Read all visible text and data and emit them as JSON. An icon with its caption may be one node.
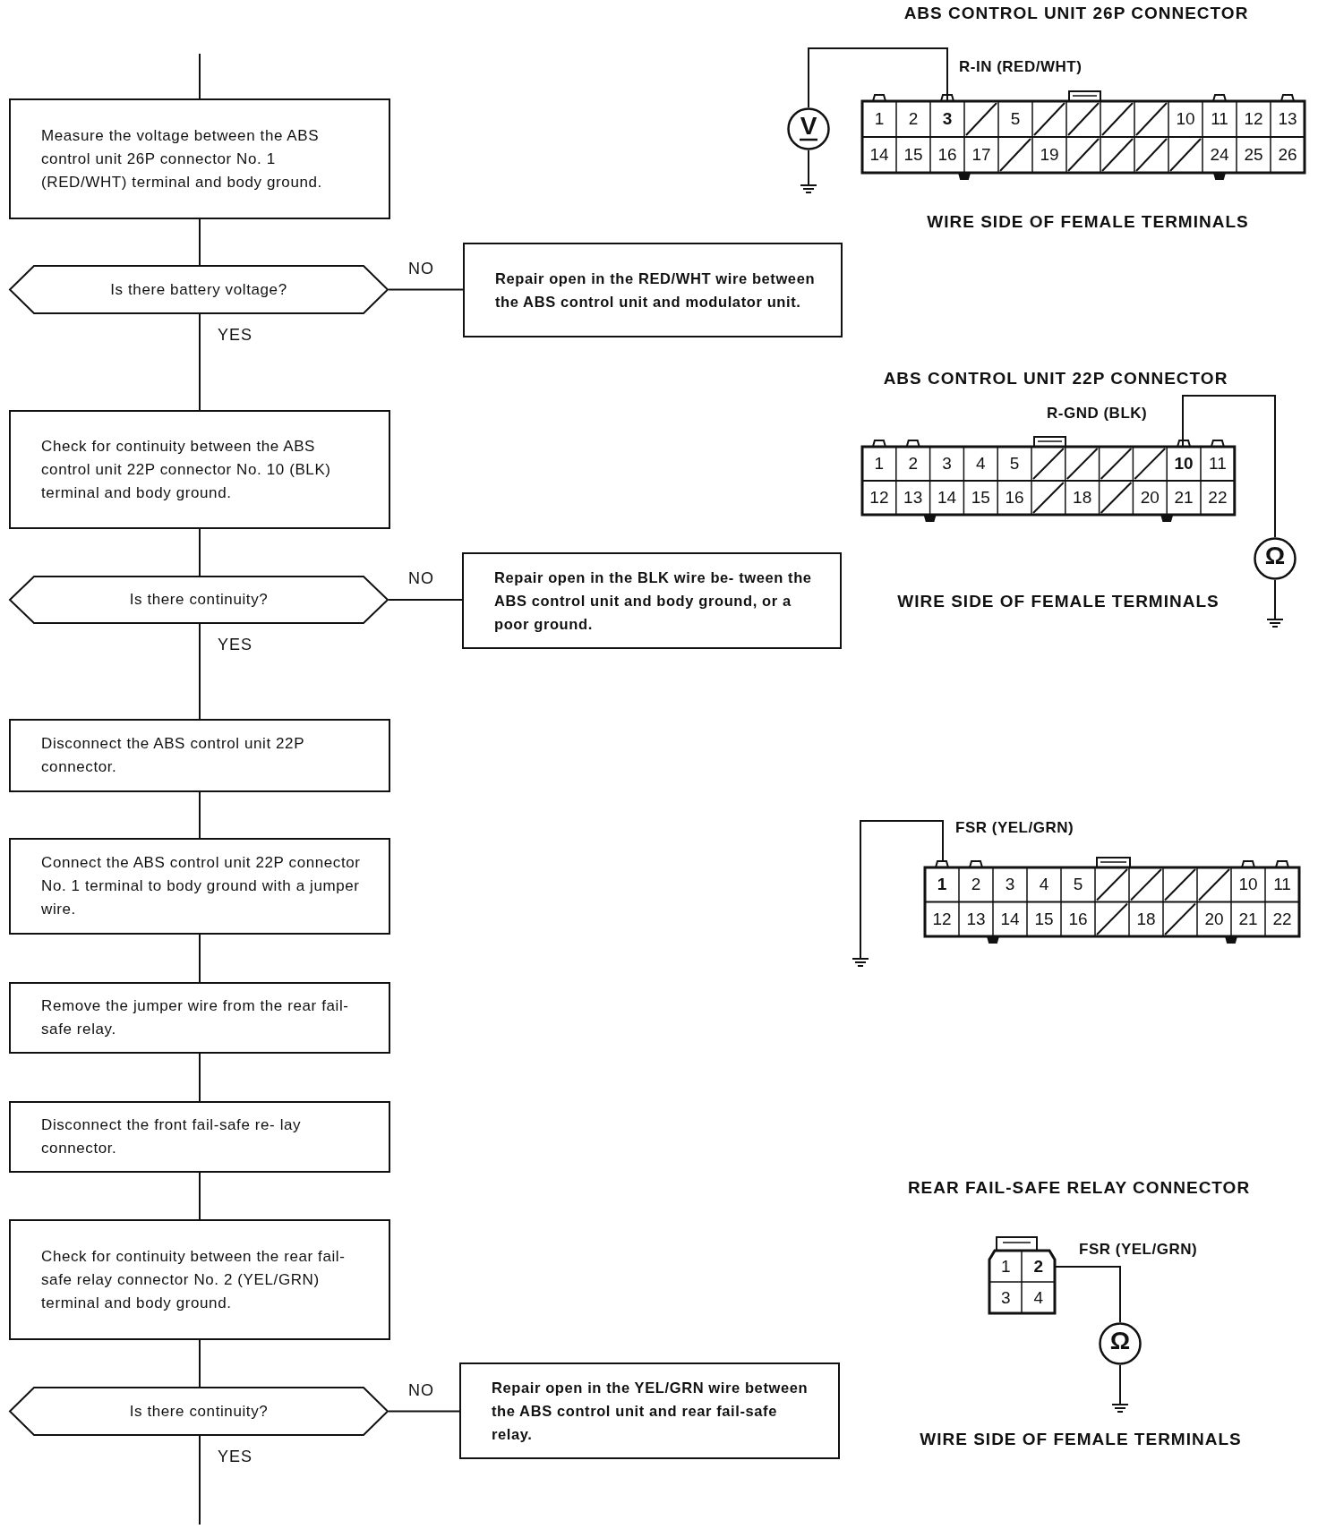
{
  "diagram": {
    "nodes": [
      {
        "text": [
          "Measure the voltage between the ABS control unit 26P connector No. 1 (RED/WHT) terminal and body ground."
        ]
      },
      {
        "text": [
          "Is there battery voltage?"
        ]
      },
      {
        "text": [
          "Repair open in the RED/WHT wire between the ABS control unit and modulator unit."
        ]
      },
      {
        "text": [
          "Check for continuity between the ABS control unit 22P connector No. 10 (BLK) terminal and body ground."
        ]
      },
      {
        "text": [
          "Is there continuity?"
        ]
      },
      {
        "text": [
          "Repair open in the BLK wire be- tween the ABS control unit and body ground, or a poor ground."
        ]
      },
      {
        "text": [
          "Disconnect the ABS control unit 22P connector."
        ]
      },
      {
        "text": [
          "Connect the ABS control unit 22P connector No. 1 terminal to body ground with a jumper wire."
        ]
      },
      {
        "text": [
          "Remove the jumper wire from the rear fail-safe relay."
        ]
      },
      {
        "text": [
          "Disconnect the front fail-safe re- lay connector."
        ]
      },
      {
        "text": [
          "Check for continuity between the rear fail-safe relay connector No. 2 (YEL/GRN) terminal and body ground."
        ]
      },
      {
        "text": [
          "Is there continuity?"
        ]
      },
      {
        "text": [
          "Repair open in the YEL/GRN wire between the ABS control unit and rear fail-safe relay."
        ]
      },
      {
        "text": [
          "V"
        ]
      },
      {
        "text": [],
        "shape": "box"
      },
      {
        "text": [],
        "shape": "box"
      },
      {
        "text": [
          "Ω"
        ]
      },
      {
        "text": [],
        "shape": "box"
      },
      {
        "text": [
          "Ω"
        ]
      }
    ],
    "edges": [
      {
        "from": null,
        "to": 0,
        "arrow": "none"
      },
      {
        "from": 0,
        "to": 1,
        "arrow": "none"
      },
      {
        "from": 1,
        "to": 2,
        "arrow": "none",
        "label": "NO"
      },
      {
        "from": 1,
        "to": 3,
        "arrow": "none",
        "label": "YES"
      },
      {
        "from": 3,
        "to": 4,
        "arrow": "none"
      },
      {
        "from": 4,
        "to": 5,
        "arrow": "none",
        "label": "NO"
      },
      {
        "from": 4,
        "to": 6,
        "arrow": "none",
        "label": "YES"
      },
      {
        "from": 6,
        "to": 7,
        "arrow": "none"
      },
      {
        "from": 7,
        "to": 8,
        "arrow": "none"
      },
      {
        "from": 8,
        "to": 9,
        "arrow": "none"
      },
      {
        "from": 9,
        "to": 10,
        "arrow": "none"
      },
      {
        "from": 10,
        "to": 11,
        "arrow": "none"
      },
      {
        "from": 11,
        "to": 12,
        "arrow": "none",
        "label": "NO"
      },
      {
        "from": 11,
        "to": null,
        "arrow": "none",
        "label": "YES"
      },
      {
        "from": 13,
        "to": 14,
        "arrow": "none"
      },
      {
        "from": 16,
        "to": 15,
        "arrow": "none"
      },
      {
        "from": 18,
        "to": 17,
        "arrow": "none"
      }
    ],
    "labels": [
      "ABS CONTROL UNIT 26P CONNECTOR",
      "R-IN (RED/WHT)",
      "1",
      "2",
      "3",
      "5",
      "10",
      "11",
      "12",
      "13",
      "14",
      "15",
      "16",
      "17",
      "19",
      "24",
      "25",
      "26",
      "WIRE SIDE OF FEMALE TERMINALS",
      "ABS CONTROL UNIT 22P CONNECTOR",
      "R-GND (BLK)",
      "1",
      "2",
      "3",
      "4",
      "5",
      "10",
      "11",
      "12",
      "13",
      "14",
      "15",
      "16",
      "18",
      "20",
      "21",
      "22",
      "WIRE SIDE OF FEMALE TERMINALS",
      "FSR (YEL/GRN)",
      "1",
      "2",
      "3",
      "4",
      "5",
      "10",
      "11",
      "12",
      "13",
      "14",
      "15",
      "16",
      "18",
      "20",
      "21",
      "22",
      "REAR FAIL-SAFE RELAY CONNECTOR",
      "1",
      "2",
      "3",
      "4",
      "FSR (YEL/GRN)",
      "WIRE SIDE OF FEMALE TERMINALS"
    ]
  }
}
